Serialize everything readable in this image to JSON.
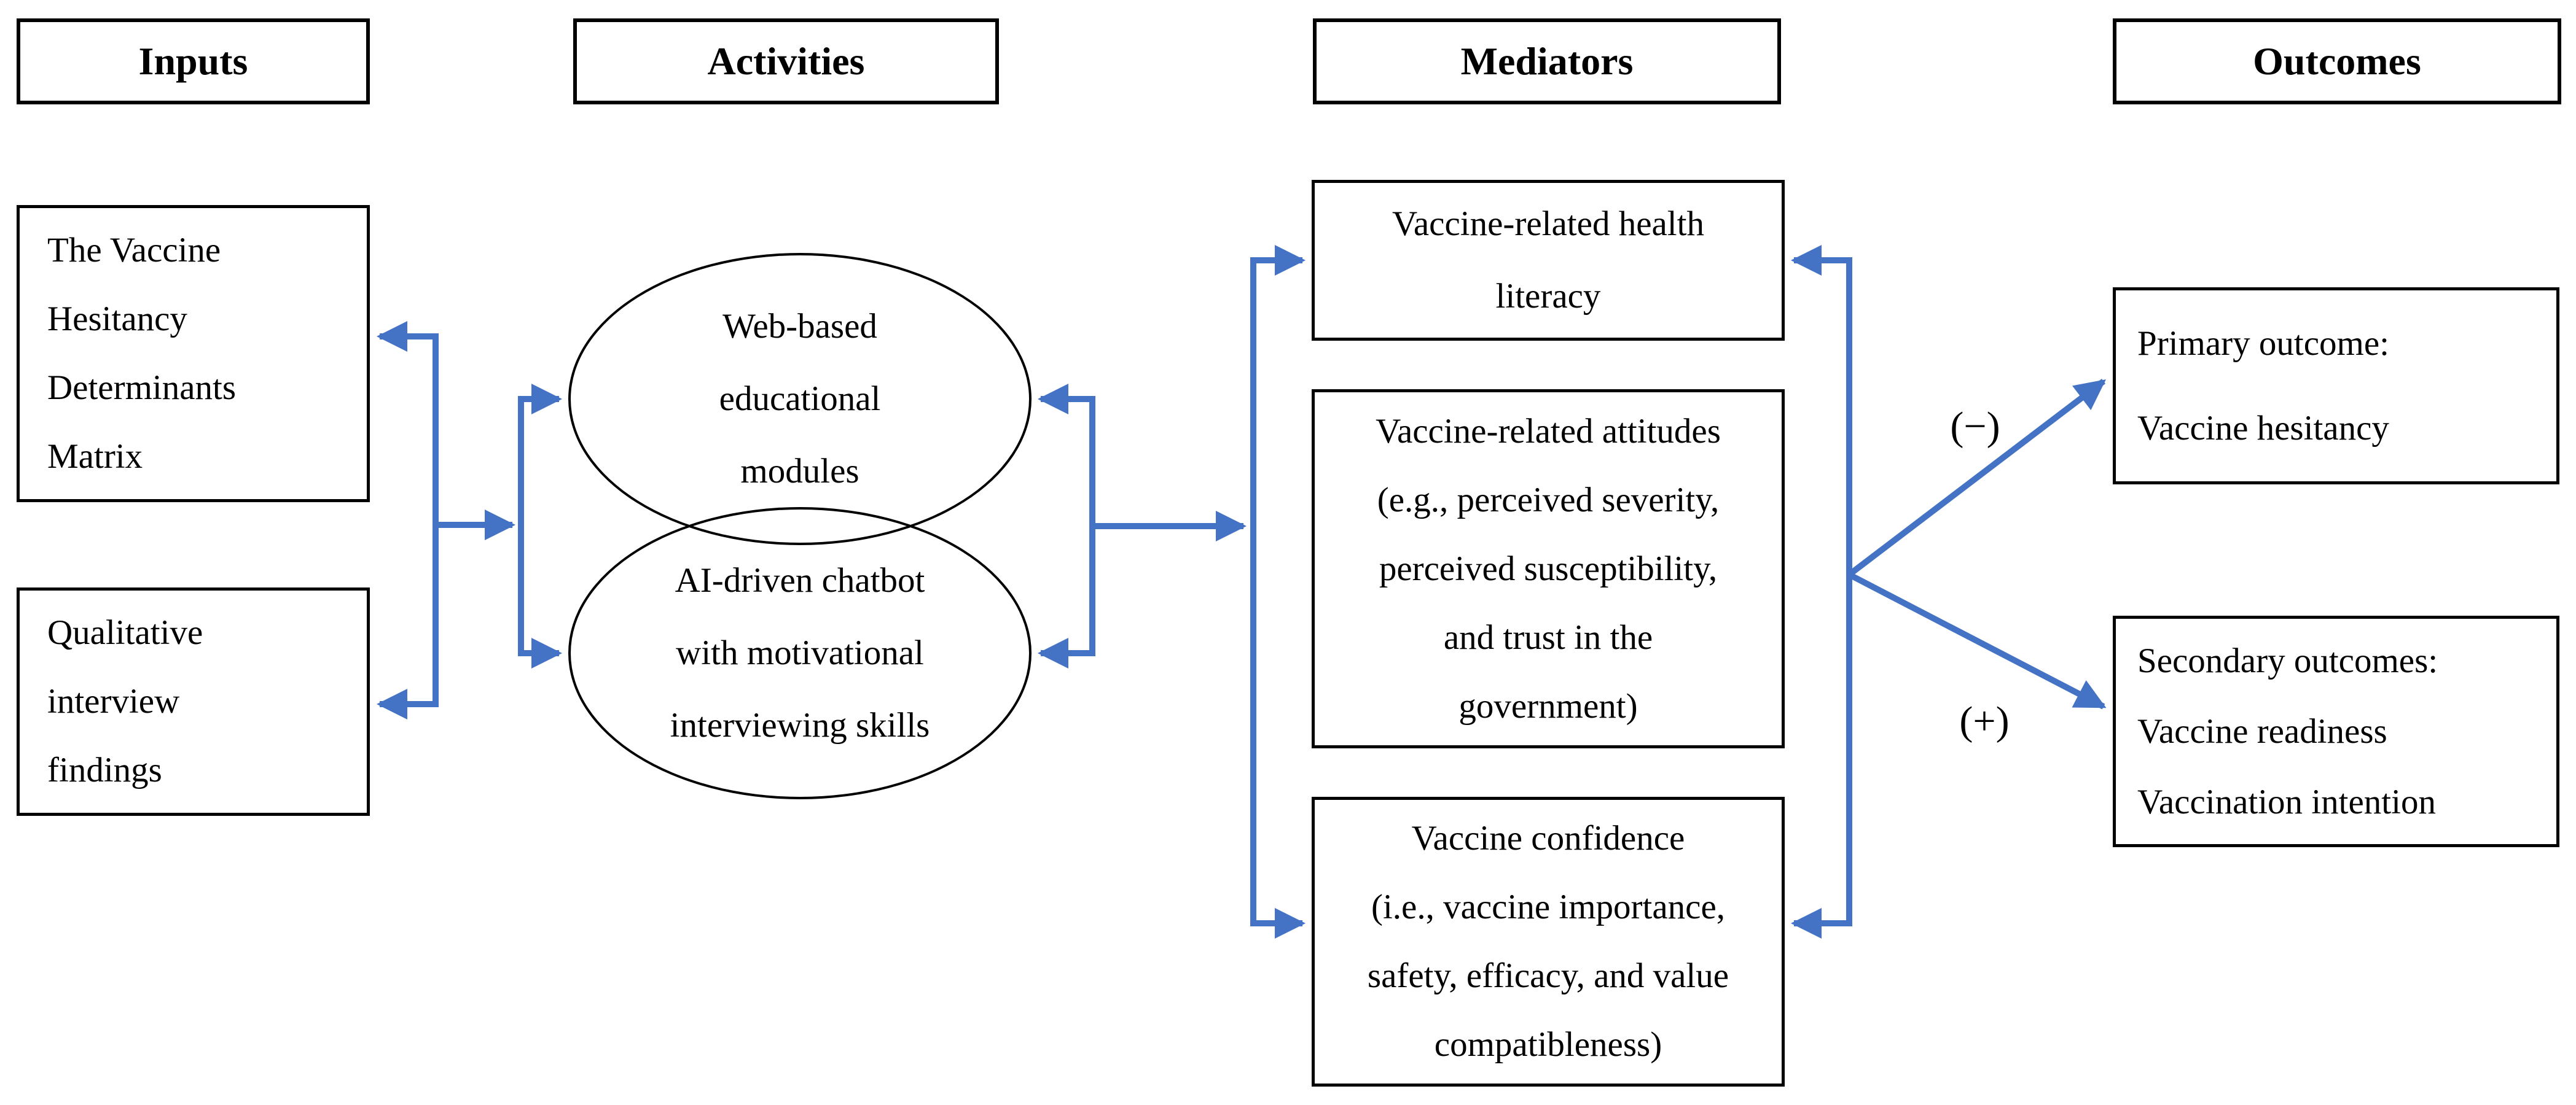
{
  "diagram": {
    "columns": [
      {
        "header": "Inputs"
      },
      {
        "header": "Activities"
      },
      {
        "header": "Mediators"
      },
      {
        "header": "Outcomes"
      }
    ],
    "inputs": {
      "box1": {
        "lines": [
          "The Vaccine",
          "Hesitancy",
          "Determinants",
          "Matrix"
        ]
      },
      "box2": {
        "lines": [
          "Qualitative",
          "interview",
          "findings"
        ]
      }
    },
    "activities": {
      "ellipse1": {
        "lines": [
          "Web-based",
          "educational",
          "modules"
        ]
      },
      "ellipse2": {
        "lines": [
          "AI-driven chatbot",
          "with motivational",
          "interviewing skills"
        ]
      }
    },
    "mediators": {
      "box1": {
        "lines": [
          "Vaccine-related health",
          "literacy"
        ]
      },
      "box2": {
        "lines": [
          "Vaccine-related attitudes",
          "(e.g., perceived severity,",
          "perceived susceptibility,",
          "and trust in the",
          "government)"
        ]
      },
      "box3": {
        "lines": [
          "Vaccine confidence",
          "(i.e., vaccine importance,",
          "safety, efficacy, and value",
          "compatibleness)"
        ]
      }
    },
    "outcomes": {
      "box1": {
        "lines": [
          "Primary outcome:",
          "Vaccine hesitancy"
        ]
      },
      "box2": {
        "lines": [
          "Secondary outcomes:",
          "Vaccine readiness",
          "Vaccination intention"
        ]
      }
    },
    "arrow_labels": {
      "negative": "(−)",
      "positive": "(+)"
    },
    "colors": {
      "arrow_blue": "#4472C4",
      "border_black": "#000000",
      "background": "#FFFFFF",
      "text": "#000000"
    }
  }
}
